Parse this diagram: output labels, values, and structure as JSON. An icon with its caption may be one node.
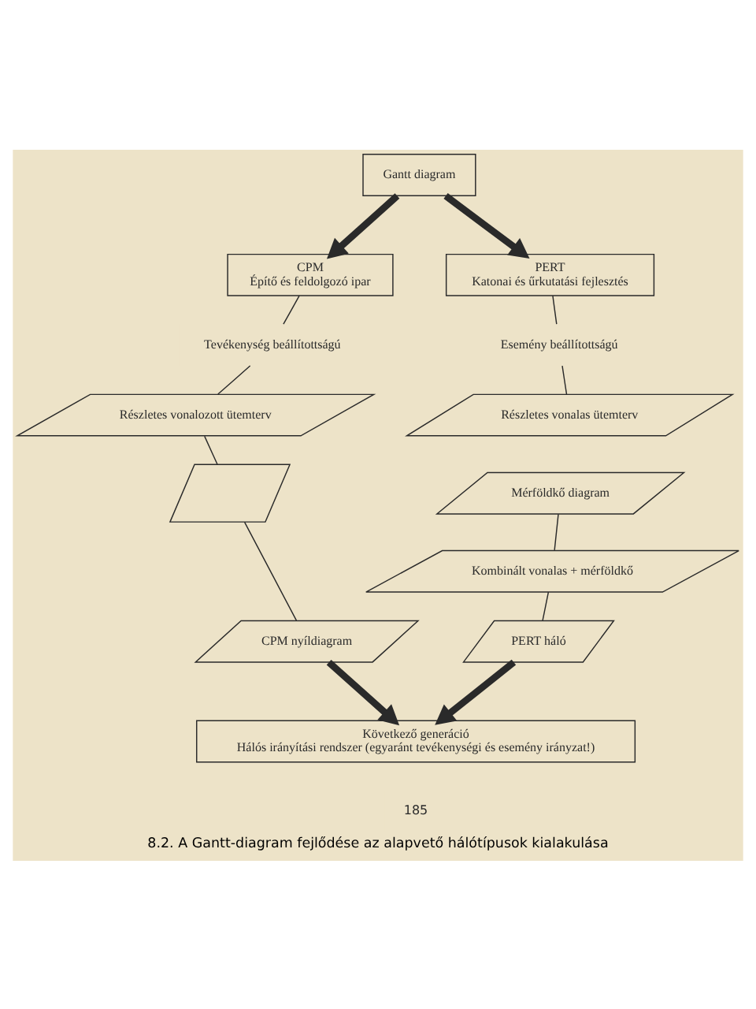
{
  "diagram": {
    "caption": "8.2. A Gantt-diagram fejlődése az alapvető hálótípusok kialakulása",
    "nodes": [
      {
        "text": [
          "Gantt diagram"
        ]
      },
      {
        "text": [
          "CPM",
          "Építő és feldolgozó ipar"
        ]
      },
      {
        "text": [
          "Tevékenység beállítottságú"
        ]
      },
      {
        "text": [
          "Részletes vonalozott ütemterv"
        ]
      },
      {
        "text": [],
        "shape": "parallelogram"
      },
      {
        "text": [
          "CPM nyíldiagram"
        ]
      },
      {
        "text": [
          "PERT",
          "Katonai és űrkutatási fejlesztés"
        ]
      },
      {
        "text": [
          "Esemény beállítottságú"
        ]
      },
      {
        "text": [
          "Részletes vonalas ütemterv"
        ]
      },
      {
        "text": [
          "Mérföldkő diagram"
        ]
      },
      {
        "text": [
          "Kombinált vonalas + mérföldkő"
        ]
      },
      {
        "text": [
          "PERT háló"
        ]
      },
      {
        "text": [
          "Következő generáció",
          "Hálós irányítási rendszer (egyaránt tevékenységi és esemény irányzat!)"
        ]
      }
    ],
    "edges": [
      {
        "from": 0,
        "to": 1,
        "arrow": "to",
        "style": "thick"
      },
      {
        "from": 0,
        "to": 6,
        "arrow": "to",
        "style": "thick"
      },
      {
        "from": 1,
        "to": 2,
        "arrow": "none"
      },
      {
        "from": 2,
        "to": 3,
        "arrow": "none"
      },
      {
        "from": 3,
        "to": 4,
        "arrow": "none"
      },
      {
        "from": 4,
        "to": 5,
        "arrow": "none"
      },
      {
        "from": 5,
        "to": 12,
        "arrow": "to",
        "style": "thick"
      },
      {
        "from": 6,
        "to": 7,
        "arrow": "none"
      },
      {
        "from": 7,
        "to": 8,
        "arrow": "none"
      },
      {
        "from": 9,
        "to": 10,
        "arrow": "none"
      },
      {
        "from": 10,
        "to": 11,
        "arrow": "none"
      },
      {
        "from": 11,
        "to": 12,
        "arrow": "to",
        "style": "thick"
      }
    ],
    "labels": [
      "185"
    ]
  }
}
